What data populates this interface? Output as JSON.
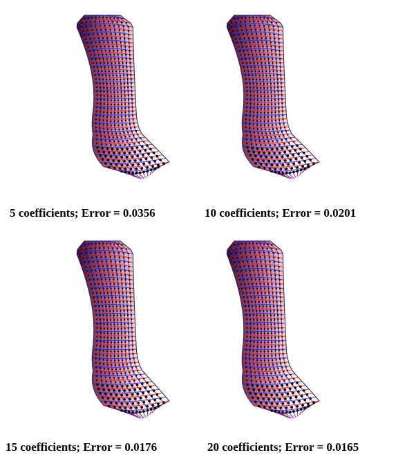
{
  "figure": {
    "panels": [
      {
        "caption": "5 coefficients; Error = 0.0356"
      },
      {
        "caption": "10 coefficients; Error = 0.0201"
      },
      {
        "caption": "15 coefficients; Error = 0.0176"
      },
      {
        "caption": "20 coefficients; Error = 0.0165"
      }
    ],
    "colors": {
      "mesh_red": "#d01830",
      "mesh_blue": "#1a1ad8",
      "vertex": "#000000",
      "surface_light": "#fdf1ee",
      "surface_dark": "#2a0a3a"
    }
  }
}
